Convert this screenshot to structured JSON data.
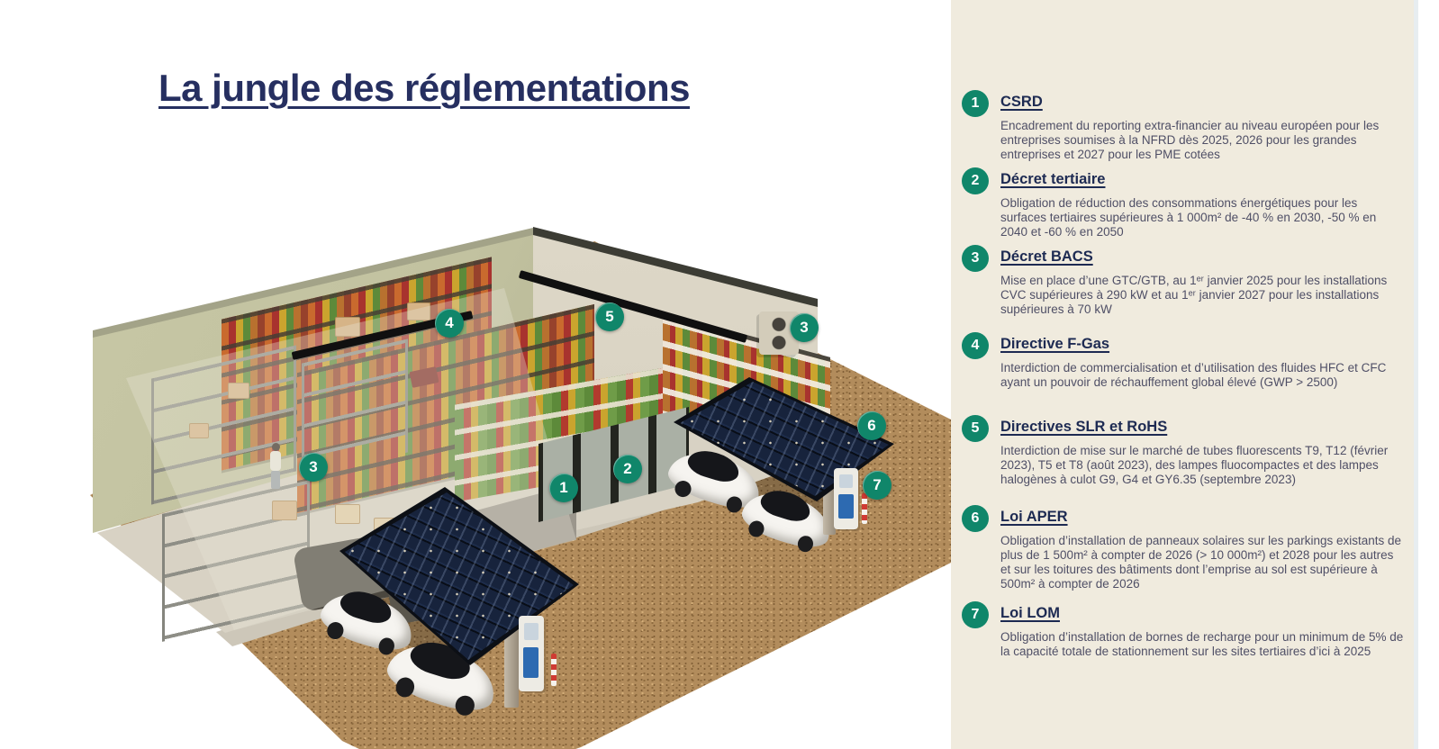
{
  "title": "La jungle des réglementations",
  "colors": {
    "badge_green": "#10866A",
    "heading_navy": "#1D2A52",
    "body_text": "#4F4F66",
    "sidebar_cream": "#F0EBDE",
    "title_navy": "#262F60"
  },
  "sidebar": {
    "items": [
      {
        "number": "1",
        "heading": "CSRD",
        "body": "Encadrement du reporting extra-financier au niveau européen pour les entreprises soumises à la NFRD dès 2025, 2026 pour les grandes entreprises et 2027 pour les PME cotées"
      },
      {
        "number": "2",
        "heading": "Décret tertiaire",
        "body": "Obligation de réduction des consommations énergétiques pour les surfaces tertiaires supérieures à 1 000m² de -40 % en 2030, -50 % en 2040 et -60 % en 2050"
      },
      {
        "number": "3",
        "heading": "Décret BACS",
        "body": "Mise en place d’une GTC/GTB, au 1ᵉʳ janvier 2025 pour les installations CVC supérieures à 290 kW et au 1ᵉʳ janvier 2027 pour les installations supérieures à 70 kW"
      },
      {
        "number": "4",
        "heading": "Directive F-Gas",
        "body": "Interdiction de commercialisation et d’utilisation des fluides HFC et CFC ayant un pouvoir de réchauffement global élevé (GWP > 2500)"
      },
      {
        "number": "5",
        "heading": "Directives SLR et RoHS",
        "body": "Interdiction de mise sur le marché de tubes fluorescents T9, T12 (février 2023), T5 et T8 (août 2023), des lampes fluocompactes et des lampes halogènes à culot G9, G4 et GY6.35 (septembre 2023)"
      },
      {
        "number": "6",
        "heading": "Loi APER",
        "body": "Obligation d’installation de panneaux solaires sur les parkings existants de plus de 1 500m² à compter de 2026 (> 10 000m²) et 2028 pour les autres et sur les toitures des bâtiments dont l’emprise au sol est supérieure à 500m² à compter de 2026"
      },
      {
        "number": "7",
        "heading": "Loi LOM",
        "body": "Obligation d’installation de bornes de recharge pour un minimum de 5% de la capacité totale de stationnement sur les sites tertiaires d’ici à 2025"
      }
    ]
  },
  "scene": {
    "markers": [
      {
        "number": "1"
      },
      {
        "number": "2"
      },
      {
        "number": "3"
      },
      {
        "number": "4"
      },
      {
        "number": "5"
      },
      {
        "number": "3"
      },
      {
        "number": "6"
      },
      {
        "number": "7"
      }
    ]
  }
}
